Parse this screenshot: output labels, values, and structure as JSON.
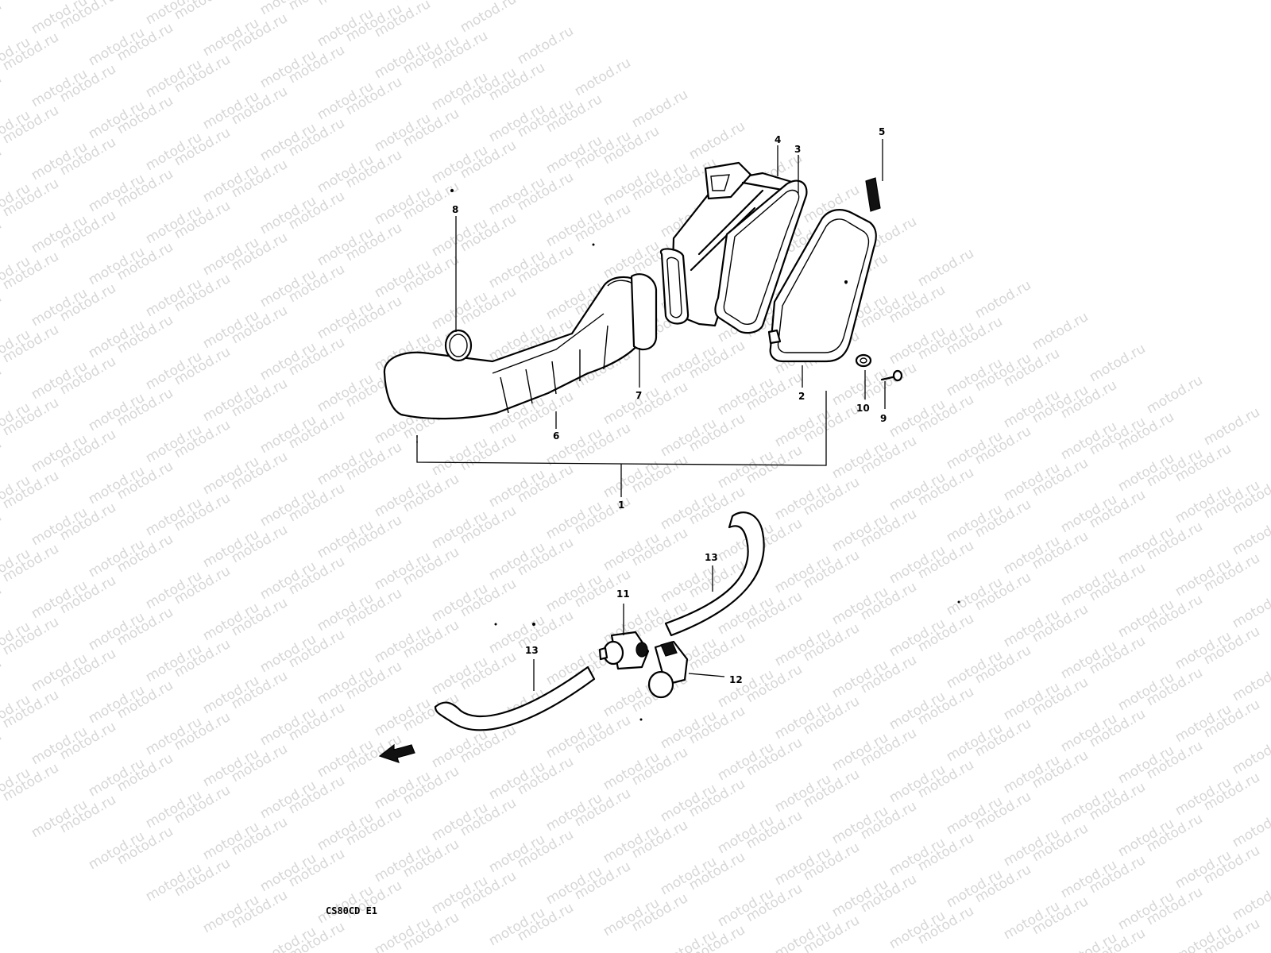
{
  "watermark_text": "motod.ru",
  "model_code": "CS80CD E1",
  "callouts": {
    "c1": "1",
    "c2": "2",
    "c3": "3",
    "c4": "4",
    "c5": "5",
    "c6": "6",
    "c7": "7",
    "c8": "8",
    "c9": "9",
    "c10": "10",
    "c11": "11",
    "c12": "12",
    "c13a": "13",
    "c13b": "13"
  }
}
